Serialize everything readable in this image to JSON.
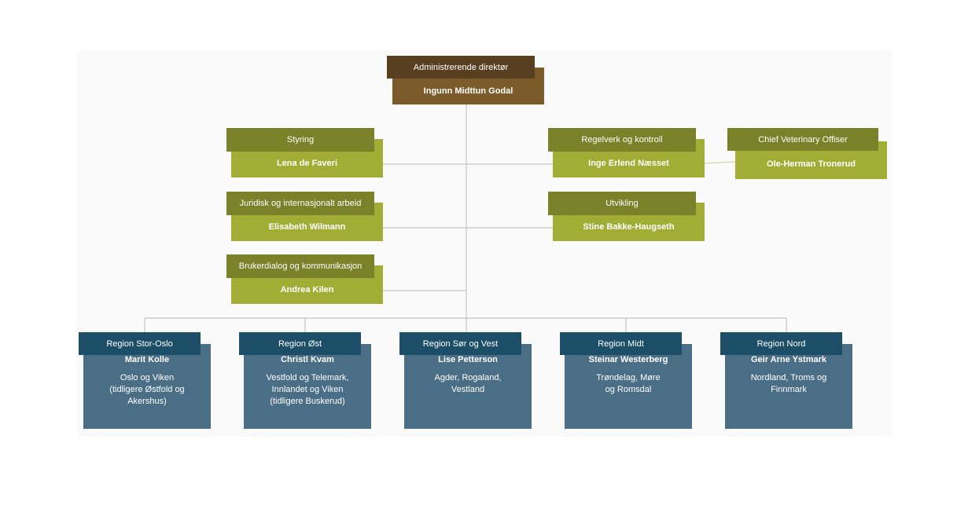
{
  "director": {
    "title": "Administrerende direktør",
    "name": "Ingunn Midttun Godal"
  },
  "staff_left": [
    {
      "title": "Styring",
      "name": "Lena de Faveri"
    },
    {
      "title": "Juridisk og internasjonalt arbeid",
      "name": "Elisabeth Wilmann"
    },
    {
      "title": "Brukerdialog og kommunikasjon",
      "name": "Andrea Kilen"
    }
  ],
  "staff_right": [
    {
      "title": "Regelverk og kontroll",
      "name": "Inge Erlend Næsset"
    },
    {
      "title": "Utvikling",
      "name": "Stine Bakke-Haugseth"
    }
  ],
  "cvo": {
    "title": "Chief Veterinary Offiser",
    "name": "Ole-Herman Tronerud"
  },
  "regions": [
    {
      "title": "Region Stor-Oslo",
      "name": "Marit Kolle",
      "desc": "Oslo og Viken\n(tidligere Østfold og\nAkershus)"
    },
    {
      "title": "Region Øst",
      "name": "Christl Kvam",
      "desc": "Vestfold og Telemark,\nInnlandet og Viken\n(tidligere Buskerud)"
    },
    {
      "title": "Region Sør og Vest",
      "name": "Lise Petterson",
      "desc": "Agder, Rogaland,\nVestland"
    },
    {
      "title": "Region Midt",
      "name": "Steinar Westerberg",
      "desc": "Trøndelag, Møre\nog Romsdal"
    },
    {
      "title": "Region Nord",
      "name": "Geir Arne Ystmark",
      "desc": "Nordland, Troms og\nFinnmark"
    }
  ],
  "colors": {
    "director_title": "#573f20",
    "director_panel": "#7b5b2a",
    "staff_title": "#7a8128",
    "staff_panel": "#a2ad35",
    "region_title": "#1c4e67",
    "region_panel": "#4a6e86",
    "connector": "#b8b8b8"
  }
}
